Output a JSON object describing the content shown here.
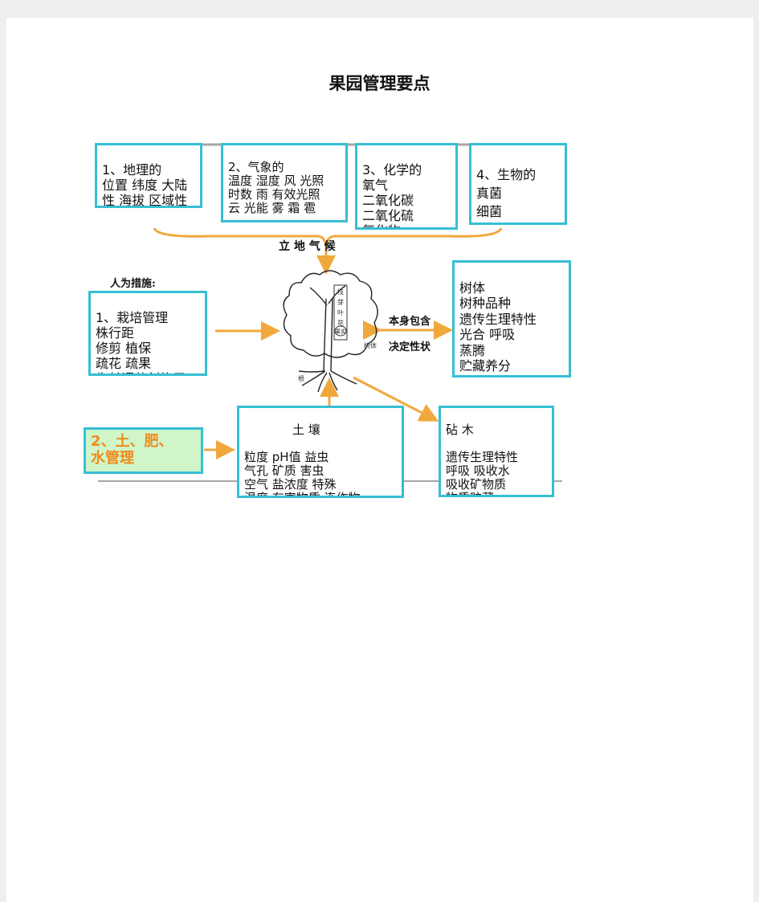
{
  "document": {
    "title": "果园管理要点"
  },
  "climate": {
    "geography": {
      "heading": "1、地理的",
      "lines": "位置 纬度 大陆\n性 海拔 区域性\n地形 气候"
    },
    "meteorology": {
      "heading": "2、气象的",
      "lines": "温度  湿度 风 光照\n时数  雨 有效光照\n云 光能  雾  霜  雹"
    },
    "chemical": {
      "heading": "3、化学的",
      "lines": "氧气\n二氧化碳\n二氧化硫\n氟化物"
    },
    "biological": {
      "heading": "4、生物的",
      "lines": "真菌\n细菌\n(益、害)"
    },
    "brace_label": "立  地  气  候"
  },
  "human_measures": {
    "caption": "人为措施:",
    "cultivation": {
      "heading": "1、栽培管理",
      "lines": "株行距\n修剪   植保\n疏花   疏果\n生长调节剂施用"
    },
    "soil_fertilizer_water": "2、土、肥、\n水管理"
  },
  "tree": {
    "inner_text": "枝\n芽\n叶\n花",
    "fruit_label": "果实",
    "trunk_label": "树体",
    "root_label": "根"
  },
  "tree_body": {
    "link_top": "本身包含",
    "link_bottom": "决定性状",
    "heading": "树体",
    "lines": "树种品种\n遗传生理特性\n光合   呼吸\n蒸腾\n贮藏养分\n物质分配"
  },
  "soil": {
    "heading": "土        壤",
    "lines": "粒度  pH值      益虫\n气孔  矿质      害虫\n空气  盐浓度     特殊\n温度  有害物质  连作物\n水分  有机物"
  },
  "rootstock": {
    "heading": "砧          木",
    "lines": "遗传生理特性\n呼吸    吸收水\n吸收矿物质\n物质贮藏\n物质运输"
  },
  "colors": {
    "box_border": "#35bfd3",
    "arrow": "#f0a83c",
    "highlight_bg": "#cff5c8",
    "highlight_text": "#f08a1a"
  }
}
